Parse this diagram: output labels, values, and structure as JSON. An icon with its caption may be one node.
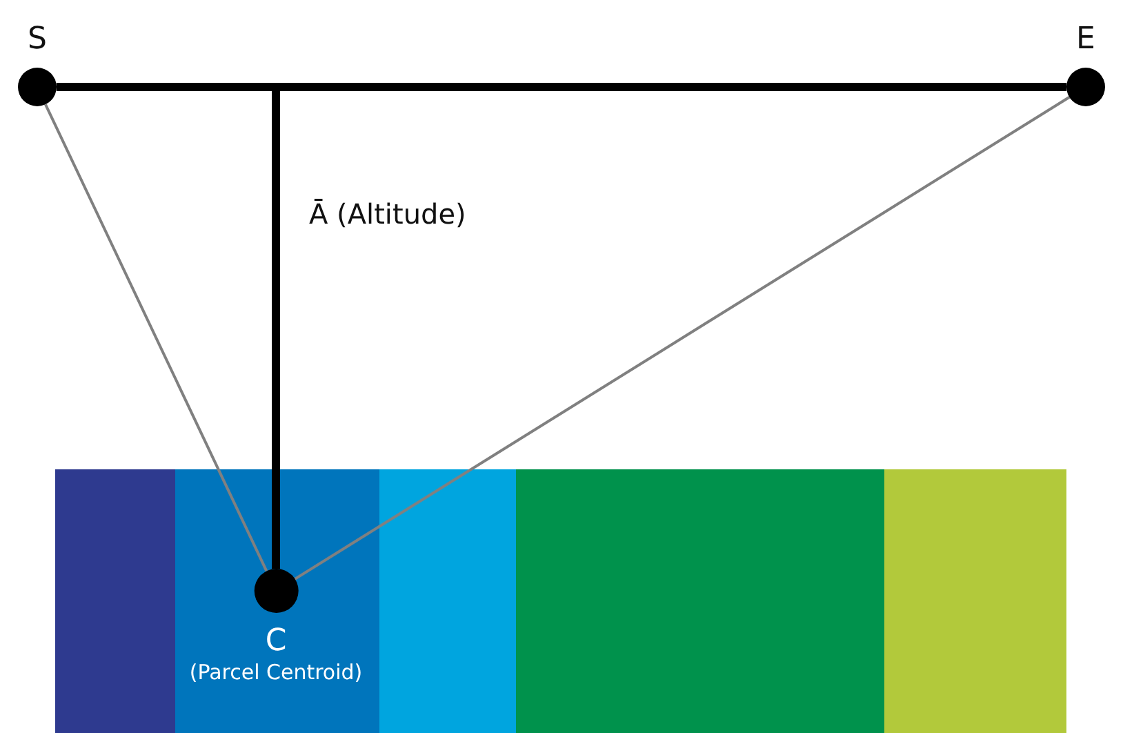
{
  "diagram": {
    "nodes": [
      {
        "text": [
          "S"
        ]
      },
      {
        "text": [
          "E"
        ]
      },
      {
        "text": [
          "C",
          "(Parcel Centroid)"
        ]
      }
    ],
    "edges": [
      {
        "from": 0,
        "to": 1,
        "arrow": "none",
        "style": "thick"
      },
      {
        "from": null,
        "to": 2,
        "arrow": "none",
        "style": "thick",
        "label": "Ā (Altitude)"
      },
      {
        "from": 0,
        "to": 2,
        "arrow": "none",
        "color": "#808080"
      },
      {
        "from": 1,
        "to": 2,
        "arrow": "none",
        "color": "#808080"
      }
    ]
  }
}
